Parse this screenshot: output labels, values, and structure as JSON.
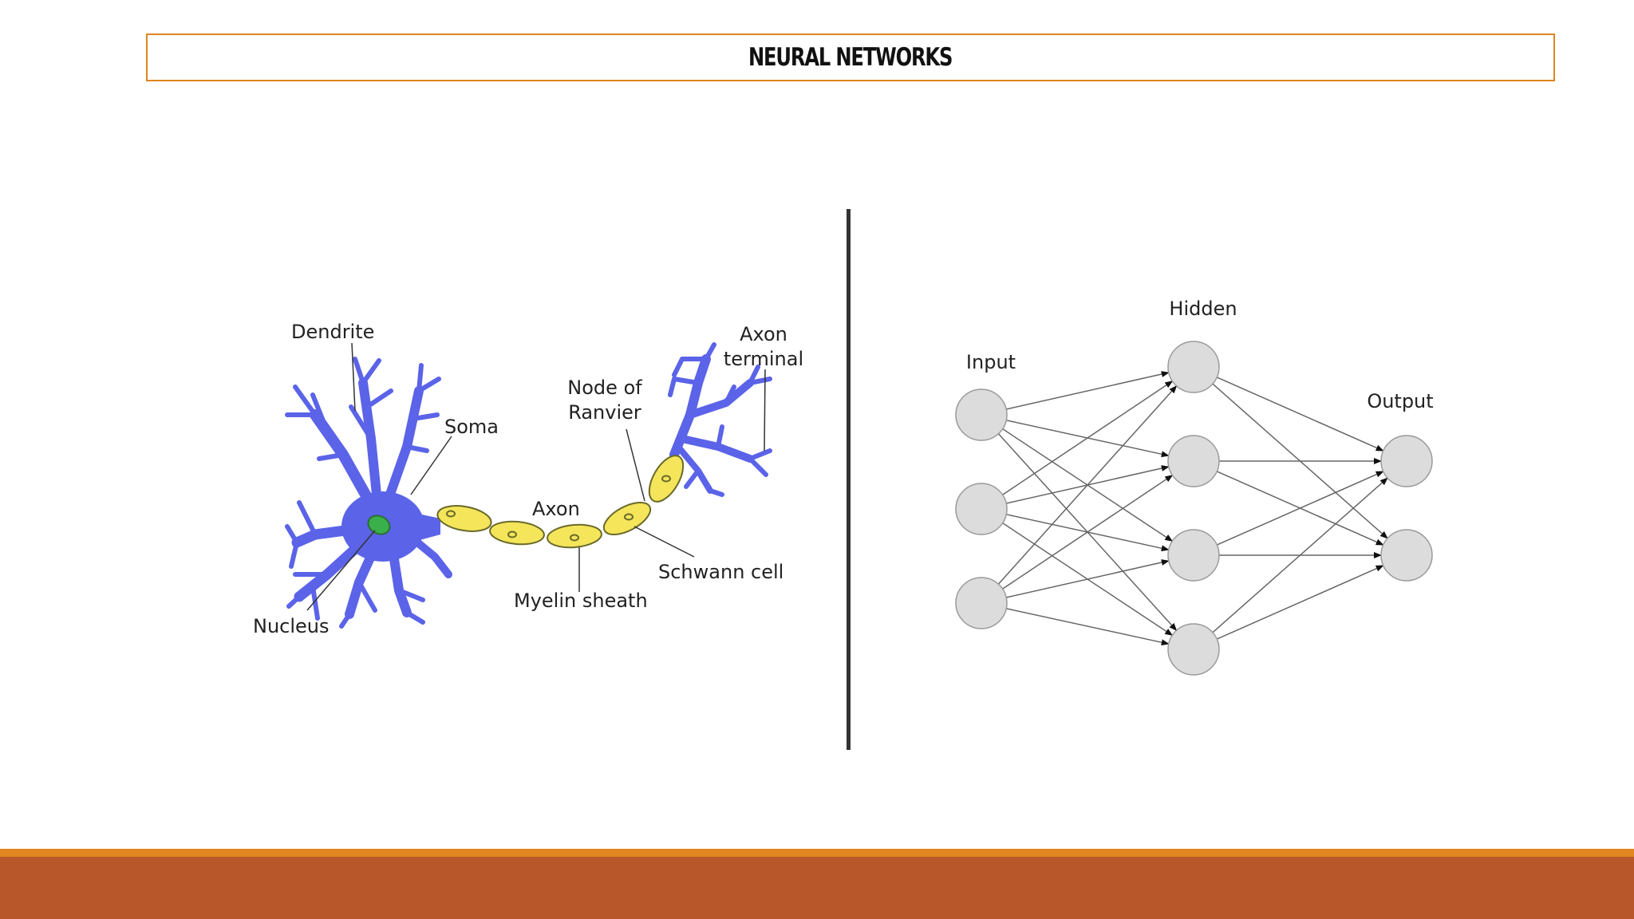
{
  "slide": {
    "title": "NEURAL NETWORKS",
    "colors": {
      "accent": "#e0851f",
      "footer": "#b8572a",
      "dendrite": "#5b63e8",
      "myelin": "#f4e55a",
      "nucleus": "#3ab04a",
      "node": "#dcdcdc"
    }
  },
  "neuron": {
    "labels": {
      "dendrite": "Dendrite",
      "soma": "Soma",
      "nucleus": "Nucleus",
      "axon": "Axon",
      "node1": "Node of",
      "node2": "Ranvier",
      "terminal1": "Axon",
      "terminal2": "terminal",
      "schwann": "Schwann cell",
      "myelin": "Myelin sheath"
    }
  },
  "network": {
    "layers": [
      {
        "label": "Input",
        "nodes": 3
      },
      {
        "label": "Hidden",
        "nodes": 4
      },
      {
        "label": "Output",
        "nodes": 2
      }
    ]
  }
}
